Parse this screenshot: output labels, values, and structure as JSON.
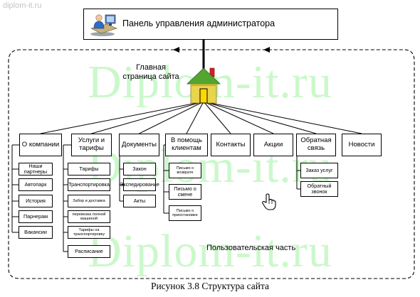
{
  "watermark": {
    "url": "diplom-it.ru",
    "text": "Diplom-it.ru"
  },
  "admin_panel": {
    "title": "Панель управления администратора",
    "icon": "admin-user-computer-icon"
  },
  "home": {
    "label": "Главная страница сайта",
    "icon": "house-icon"
  },
  "sections": [
    {
      "label": "О компании",
      "children": [
        "Наши партнеры",
        "Автопарк",
        "История",
        "Парнерам",
        "Вакансии"
      ]
    },
    {
      "label": "Услуги и тарифы",
      "children": [
        "Тарифы",
        "Транспортировка",
        "Забор и доставка",
        "перевозка полной машиной",
        "Тарифы на транспортировку",
        "Расписание"
      ]
    },
    {
      "label": "Документы",
      "children": [
        "Закон",
        "Экспедирование",
        "Акты"
      ]
    },
    {
      "label": "В помощь клиентам",
      "children": [
        "Письмо о возврате",
        "Письмо о смене",
        "Письмо о приостановке"
      ]
    },
    {
      "label": "Контакты",
      "children": []
    },
    {
      "label": "Акции",
      "children": []
    },
    {
      "label": "Обратная связь",
      "children": [
        "Заказ услуг",
        "Обратный звонок"
      ]
    },
    {
      "label": "Новости",
      "children": []
    }
  ],
  "user_part_label": "Пользовательская часть",
  "caption": "Рисунок 3.8 Структура сайта",
  "colors": {
    "line": "#000000",
    "house_body": "#e8d44d",
    "house_roof": "#52a630",
    "house_door": "#ffd800",
    "chimney": "#d42020",
    "watermark": "#86f086"
  }
}
